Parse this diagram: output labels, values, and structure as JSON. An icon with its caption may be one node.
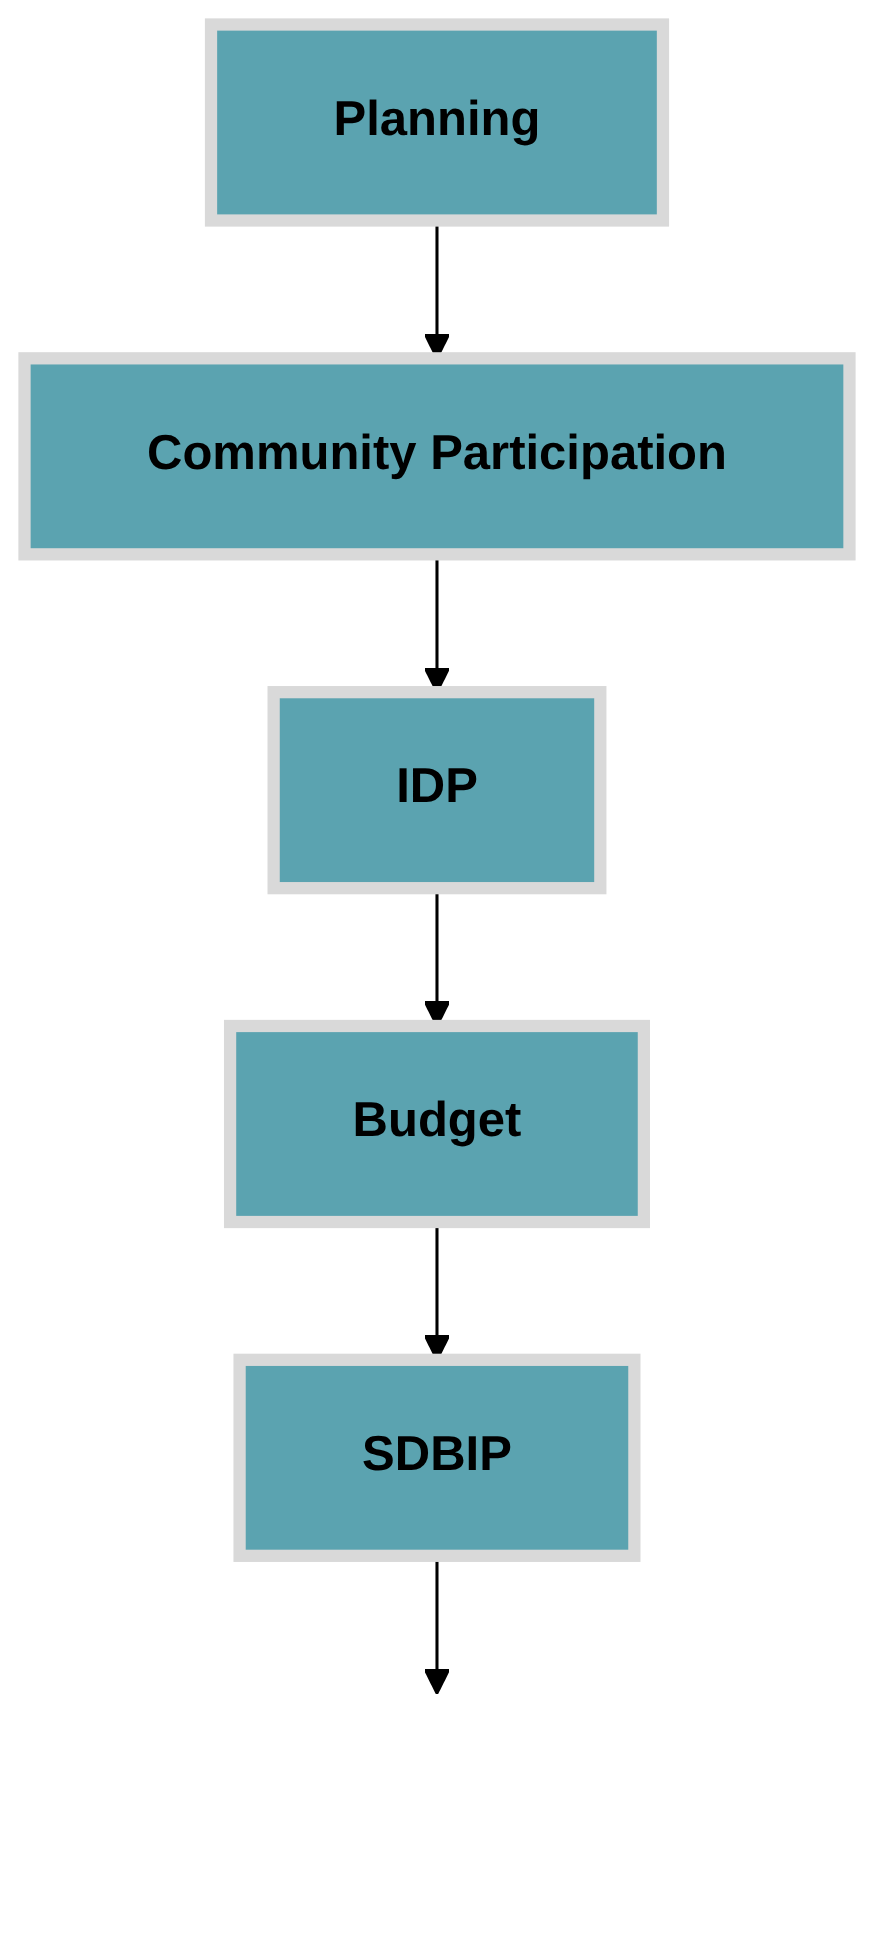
{
  "diagram": {
    "nodes": [
      {
        "text": [
          "Planning"
        ]
      },
      {
        "text": [
          "Community Participation"
        ]
      },
      {
        "text": [
          "IDP"
        ]
      },
      {
        "text": [
          "Budget"
        ]
      },
      {
        "text": [
          "SDBIP"
        ]
      }
    ],
    "edges": [
      {
        "from": 0,
        "to": 1,
        "arrow": "to"
      },
      {
        "from": 1,
        "to": 2,
        "arrow": "to"
      },
      {
        "from": 2,
        "to": 3,
        "arrow": "to"
      },
      {
        "from": 3,
        "to": 4,
        "arrow": "to"
      },
      {
        "from": 4,
        "to": null,
        "arrow": "to"
      }
    ]
  }
}
